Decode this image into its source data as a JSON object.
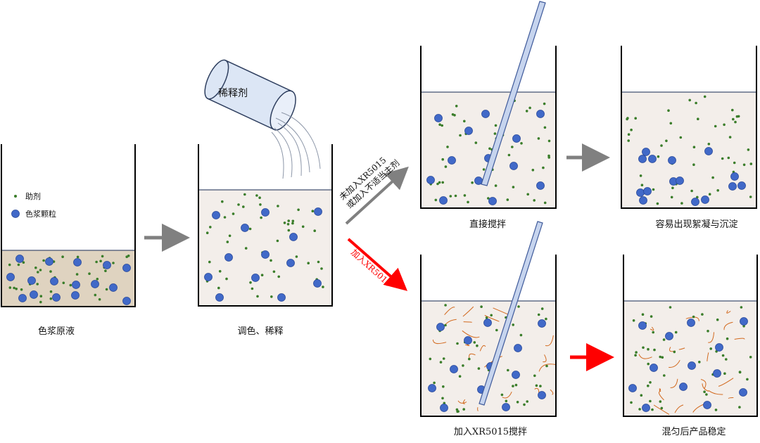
{
  "legend": {
    "additive_label": "助剂",
    "pigment_label": "色浆颗粒"
  },
  "diluent_can": {
    "label": "稀释剂"
  },
  "captions": {
    "raw": "色浆原液",
    "mix": "调色、稀释",
    "direct_stir": "直接搅拌",
    "floc": "容易出现絮凝与沉淀",
    "xr_stir": "加入XR5015搅拌",
    "stable": "混匀后产品稳定"
  },
  "arrow_labels": {
    "upper_line1": "未加入XR5015",
    "upper_line2": "或加入不适当主剂",
    "lower": "加入XR5015"
  },
  "colors": {
    "pigment": "#4169c8",
    "additive": "#3a7d2a",
    "fiber": "#d2691e",
    "liquid_raw": "#dfd3c0",
    "liquid": "#f3eeea",
    "gray_arrow": "#808080",
    "red_arrow": "#ff0000",
    "red_text": "#ff0000"
  }
}
